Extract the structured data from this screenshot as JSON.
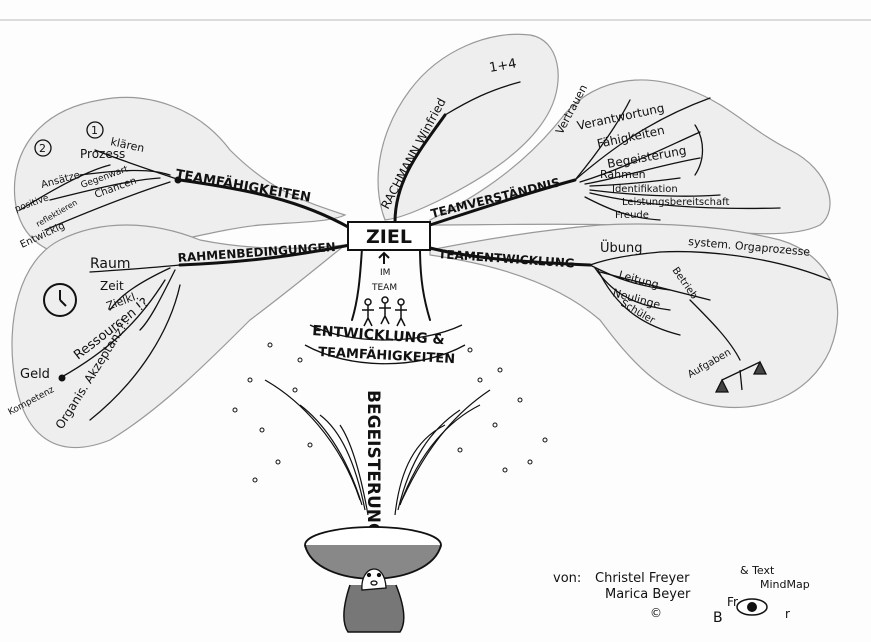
{
  "center": {
    "label": "ZIEL",
    "sub_1": "IM",
    "sub_2": "TEAM"
  },
  "branches": {
    "teamfaehigkeiten": {
      "label": "TEAMFÄHIGKEITEN",
      "sub": [
        "klären",
        "Prozess",
        "Gegenwart",
        "Ansätze",
        "positive",
        "reflektieren",
        "Chancen",
        "Entwicklg"
      ],
      "marks": [
        "2",
        "1"
      ]
    },
    "rahmenbedingungen": {
      "label": "RAHMENBEDINGUNGEN",
      "sub": [
        "Raum",
        "Zeit",
        "Zielkl.",
        "Ressourcen !?",
        "Geld",
        "Kompetenz",
        "Organis. Akzeptanz?!"
      ]
    },
    "rachmann": {
      "label": "RACHMANN Winfried",
      "note": "1+4"
    },
    "teamverstaendnis": {
      "label": "TEAMVERSTÄNDNIS",
      "sub": [
        "Vertrauen",
        "Verantwortung",
        "Fähigkeiten",
        "Begeisterung",
        "Rahmen",
        "Identifikation",
        "Leistungsbereitschaft",
        "Freude"
      ]
    },
    "teamentwicklung": {
      "label": "TEAMENTWICKLUNG",
      "sub": [
        "Übung",
        "Leitung",
        "Neulinge",
        "Schüler",
        "Betrieb",
        "system. Orgaprozesse",
        "Aufgaben"
      ]
    }
  },
  "stem": {
    "line_1": "ENTWICKLUNG &",
    "line_2": "TEAMFÄHIGKEITEN"
  },
  "fountain": {
    "label": "BEGEISTERUNG"
  },
  "credits": {
    "von": "von:",
    "author_1": "Christel Freyer",
    "author_2": "Marica Beyer",
    "copyright": "©",
    "right_1": "& Text",
    "right_2": "MindMap",
    "right_3": "Fr",
    "right_4": "B",
    "right_5": "r"
  }
}
